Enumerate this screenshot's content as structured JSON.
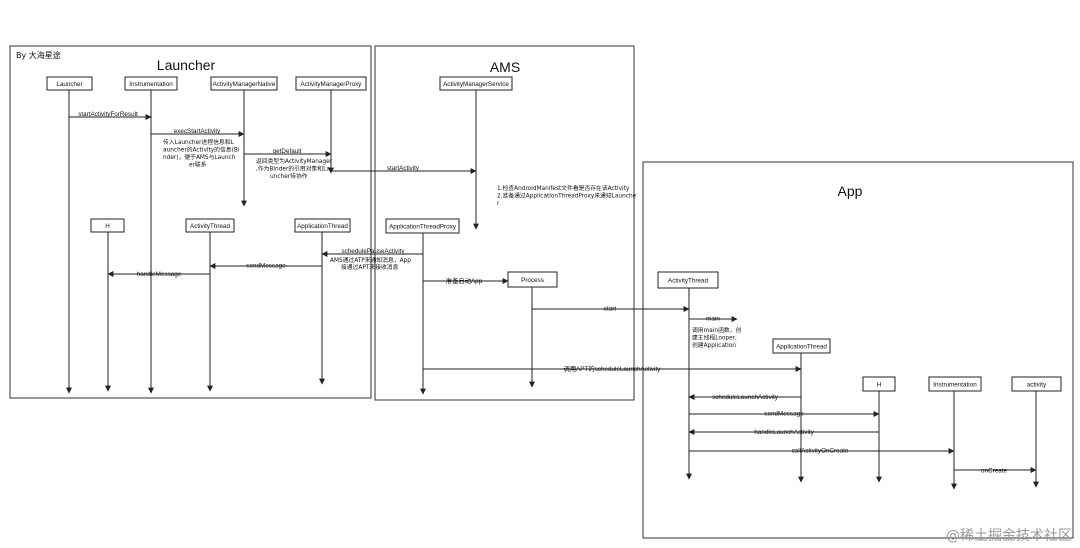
{
  "author": "By 大海星途",
  "frames": {
    "launcher": "Launcher",
    "ams": "AMS",
    "app": "App"
  },
  "participants": {
    "launcher": "Launcher",
    "instrumentation": "Instrumentation",
    "activity_manager_native": "ActivityManagerNative",
    "activity_manager_proxy": "ActivityManagerProxy",
    "activity_manager_service": "ActivityManagerService",
    "launcher_h": "H",
    "launcher_activity_thread": "ActivityThread",
    "launcher_application_thread": "ApplicationThread",
    "application_thread_proxy": "ApplicationThreadProxy",
    "process": "Process",
    "app_activity_thread": "ActivityThread",
    "app_application_thread": "ApplicationThread",
    "app_h": "H",
    "app_instrumentation": "Instrumentation",
    "activity": "activity"
  },
  "messages": {
    "start_activity_for_result": "startActivityForResult",
    "exec_start_activity": "execStartActivity",
    "get_default": "getDefault",
    "start_activity": "startActivity",
    "schedule_pause_activity": "schedulePauseActivity",
    "send_message_launcher": "sendMessage",
    "handle_message": "handleMessage",
    "prepare_app": "准备启动App",
    "start": "start",
    "main": "main",
    "schedule_launch_activity_call": "调用APT的scheduleLaunchActivity",
    "schedule_launch_activity": "scheduleLaunchActivity",
    "send_message_app": "sendMessage",
    "handle_launch_activity": "handleLaunchActivity",
    "call_activity_on_create": "callActivityOnCreate",
    "on_create": "onCreate"
  },
  "notes": {
    "exec_note": [
      "传入Launcher进程信息和L",
      "auncher的Activity的信息(Bi",
      "nder)，便于AMS与Launch",
      "er联系"
    ],
    "get_default_note": [
      "返回类型为ActivityManager",
      ",作为Binder的引用对象和La",
      "uncher待协作"
    ],
    "ams_note": [
      "1.检查AndroidManifest文件看是否存在该Activity",
      "2.准备通过ApplicationThreadProxy来通知Launche",
      "r"
    ],
    "pause_note": [
      "AMS通过ATP来通知消息，App",
      "接通过APT来接收消息"
    ],
    "main_note": [
      "调用main函数，创",
      "建主线程Looper,",
      "创建Application"
    ]
  },
  "watermark": "@稀土掘金技术社区"
}
